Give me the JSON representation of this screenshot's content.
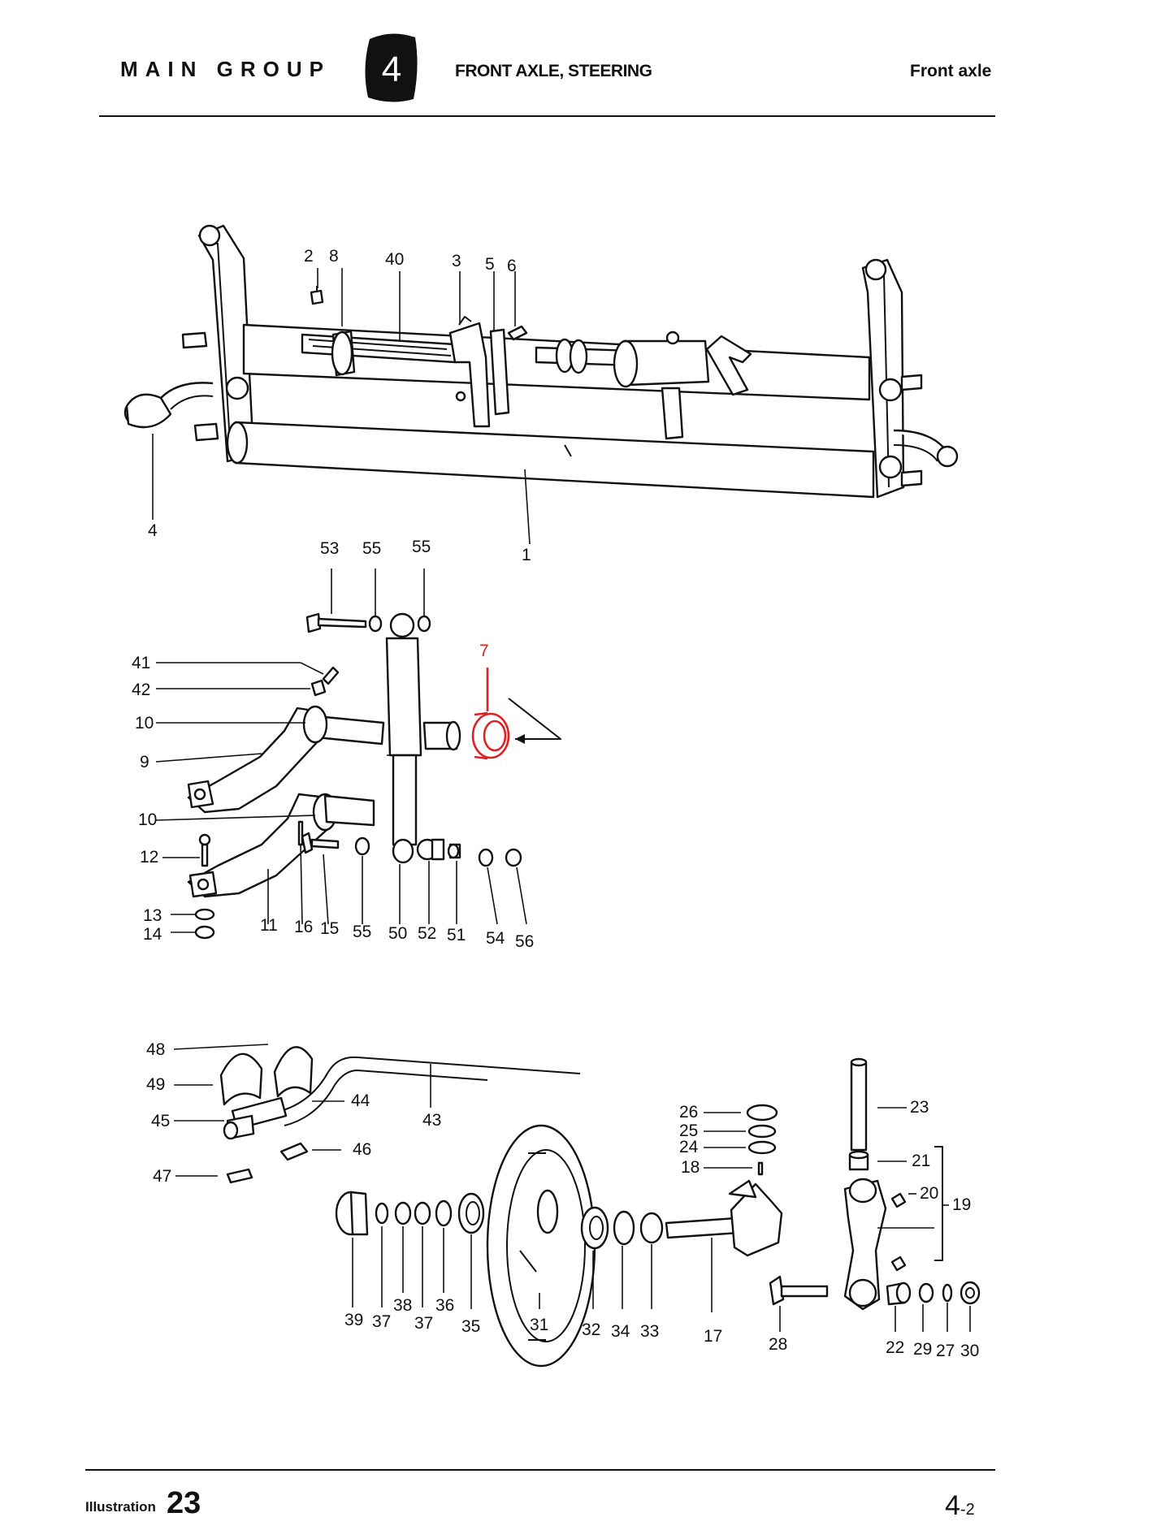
{
  "header": {
    "group_label": "MAIN GROUP",
    "group_number": "4",
    "section_title": "FRONT AXLE, STEERING",
    "subtitle": "Front axle"
  },
  "footer": {
    "illustration_label": "Illustration",
    "illustration_number": "23",
    "page_main": "4",
    "page_sub": "-2"
  },
  "highlight_color": "#dd2222",
  "labels": {
    "l2": "2",
    "l8": "8",
    "l40": "40",
    "l3": "3",
    "l5": "5",
    "l6": "6",
    "l4": "4",
    "l1": "1",
    "l53": "53",
    "l55a": "55",
    "l55b": "55",
    "l7": "7",
    "l41": "41",
    "l42": "42",
    "l10a": "10",
    "l9": "9",
    "l10b": "10",
    "l12": "12",
    "l13": "13",
    "l14": "14",
    "l11": "11",
    "l16": "16",
    "l15": "15",
    "l55c": "55",
    "l50": "50",
    "l52": "52",
    "l51": "51",
    "l54": "54",
    "l56": "56",
    "l48": "48",
    "l49": "49",
    "l45": "45",
    "l44": "44",
    "l43": "43",
    "l46": "46",
    "l47": "47",
    "l26": "26",
    "l25": "25",
    "l24": "24",
    "l18": "18",
    "l23": "23",
    "l21": "21",
    "l20": "20",
    "l19": "19",
    "l39": "39",
    "l37a": "37",
    "l38": "38",
    "l37b": "37",
    "l36": "36",
    "l35": "35",
    "l31": "31",
    "l32": "32",
    "l34": "34",
    "l33": "33",
    "l17": "17",
    "l28": "28",
    "l22": "22",
    "l29": "29",
    "l27": "27",
    "l30": "30"
  }
}
